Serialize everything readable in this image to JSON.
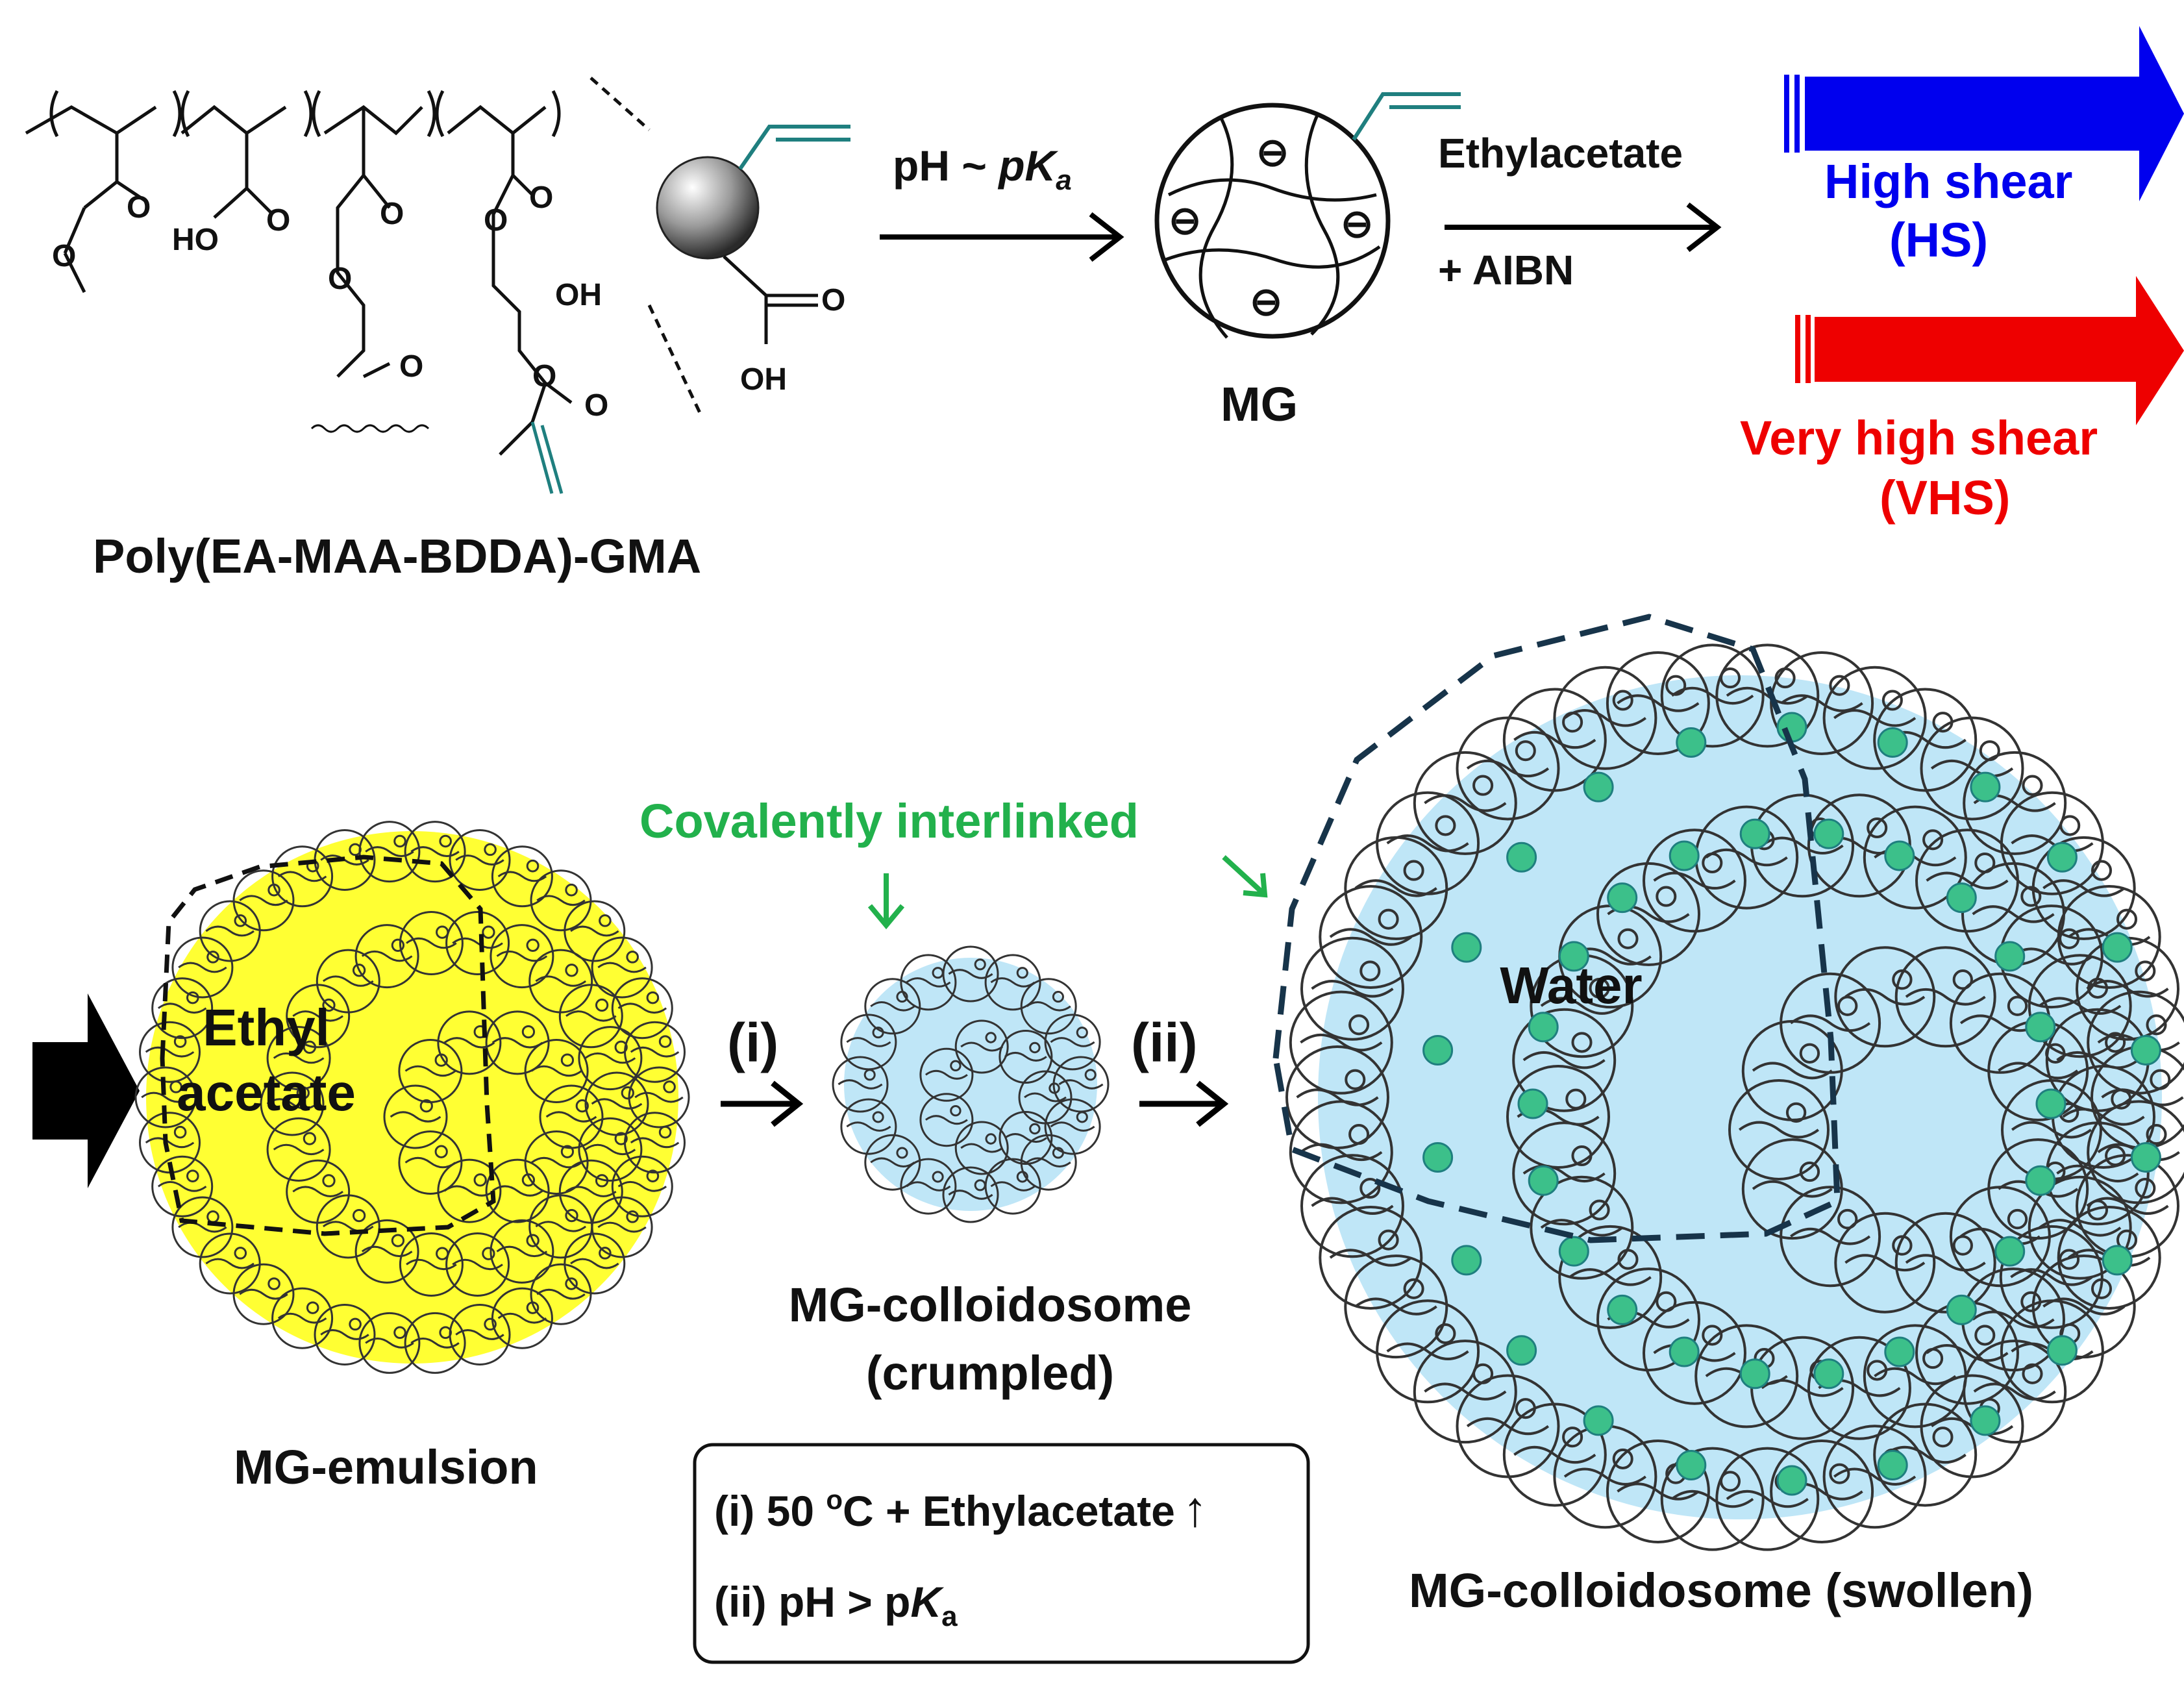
{
  "figure": {
    "polymer_name": "Poly(EA-MAA-BDDA)-GMA",
    "chem_atoms": {
      "o": "O",
      "ho": "HO",
      "oh": "OH"
    },
    "step1_label_main": "pH ~ ",
    "step1_label_pk": "pK",
    "step1_label_sub": "a",
    "mg_label": "MG",
    "mg_charge": "⊖",
    "step2_label_top": "Ethylacetate",
    "step2_label_bottom": "+ AIBN",
    "hs_line1": "High shear",
    "hs_line2": "(HS)",
    "vhs_line1": "Very high shear",
    "vhs_line2": "(VHS)",
    "emulsion_core_line1": "Ethyl",
    "emulsion_core_line2": "acetate",
    "emulsion_label": "MG-emulsion",
    "step_i": "(i)",
    "step_ii": "(ii)",
    "covalent_label": "Covalently interlinked",
    "crumpled_line1": "MG-colloidosome",
    "crumpled_line2": "(crumpled)",
    "water_label": "Water",
    "swollen_label": "MG-colloidosome (swollen)",
    "cond_i_pre": "(i) 50 ",
    "cond_i_sup": "o",
    "cond_i_post": "C + Ethylacetate",
    "cond_i_arrow": "↑",
    "cond_ii_pre": "(ii) pH > p",
    "cond_ii_k": "K",
    "cond_ii_sub": "a"
  },
  "colors": {
    "hs_arrow": "#0000ee",
    "vhs_arrow": "#ee0000",
    "covalent_text": "#22b14c",
    "emulsion_core": "#ffff33",
    "water_core": "#bfe6f7",
    "vinyl_teal": "#1f7f7f",
    "crosslink_green": "#3cc08a"
  }
}
